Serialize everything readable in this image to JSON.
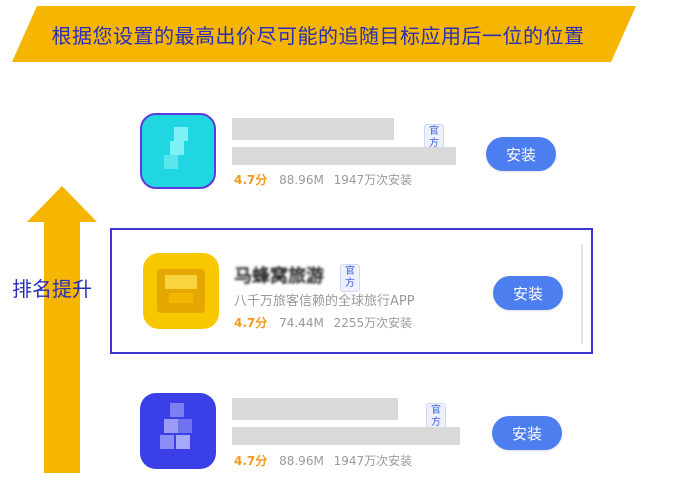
{
  "banner": {
    "text": "根据您设置的最高出价尽可能的追随目标应用后一位的位置",
    "bg_color": "#f6b500",
    "text_color": "#2a2fb8"
  },
  "rank": {
    "label": "排名提升",
    "arrow_color": "#f6b500"
  },
  "apps": [
    {
      "name": "",
      "tag": "官方",
      "desc": "",
      "rating": "4.7分",
      "size": "88.96M",
      "downloads": "1947万次安装",
      "install_label": "安装",
      "icon_name": "blurred-cyan-app-icon",
      "icon_color": "#20d6e0",
      "highlighted": false
    },
    {
      "name": "马蜂窝旅游",
      "tag": "官方",
      "desc": "八千万旅客信赖的全球旅行APP",
      "rating": "4.7分",
      "size": "74.44M",
      "downloads": "2255万次安装",
      "install_label": "安装",
      "icon_name": "blurred-yellow-app-icon",
      "icon_color": "#f7c800",
      "highlighted": true
    },
    {
      "name": "",
      "tag": "官方",
      "desc": "",
      "rating": "4.7分",
      "size": "88.96M",
      "downloads": "1947万次安装",
      "install_label": "安装",
      "icon_name": "blurred-blue-app-icon",
      "icon_color": "#3a3fe8",
      "highlighted": false
    }
  ],
  "colors": {
    "install_button": "#4d7ef0",
    "rating": "#f39a1c",
    "highlight_border": "#3b35d4"
  }
}
